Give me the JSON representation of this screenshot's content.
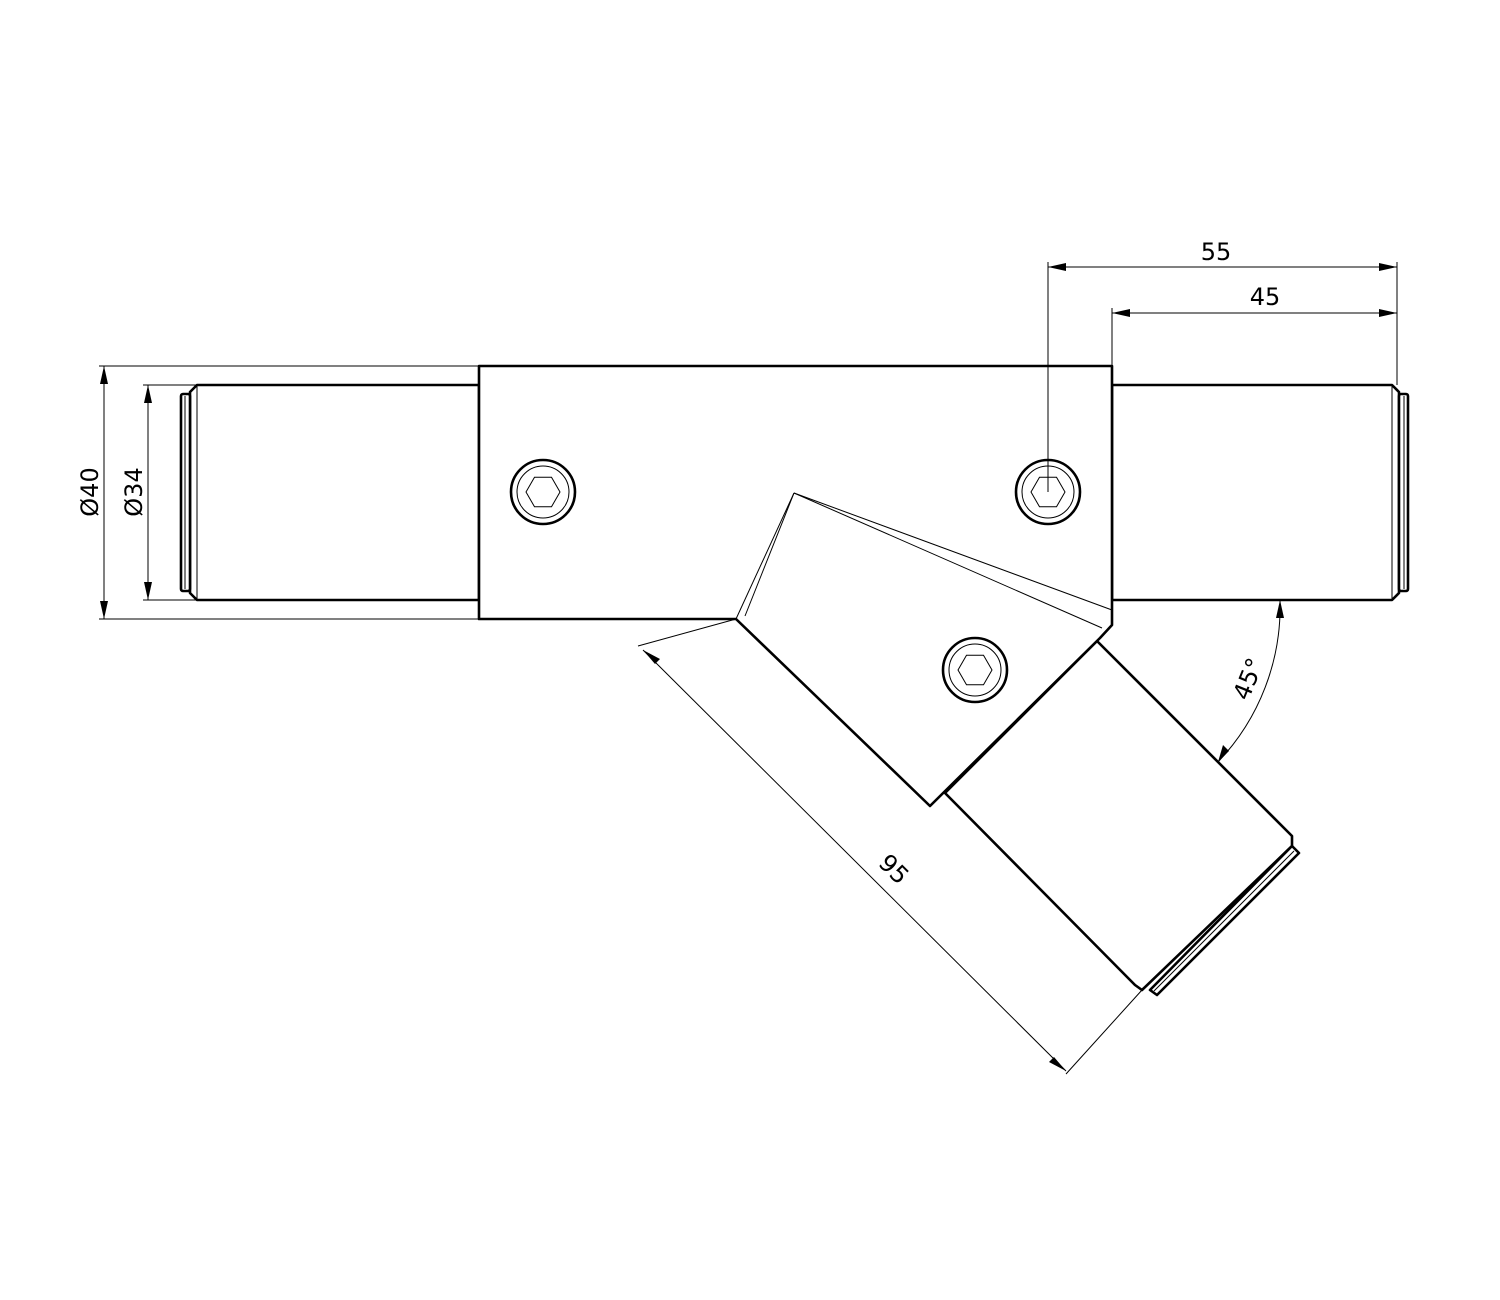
{
  "drawing": {
    "title": "45 degree Y-branch tube connector",
    "dimensions": {
      "outer_diameter": "40",
      "inner_diameter": "34",
      "overall_offset": "55",
      "pipe_length": "45",
      "branch_length": "95",
      "branch_angle": "45°"
    },
    "diameter_symbol": "Ø",
    "colors": {
      "line": "#000000",
      "background": "#ffffff"
    }
  }
}
